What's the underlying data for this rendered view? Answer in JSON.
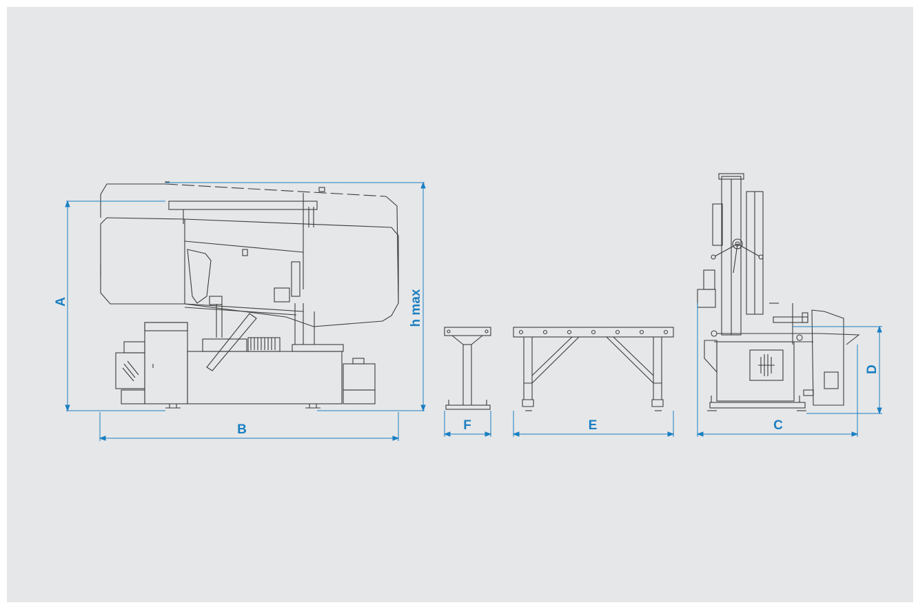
{
  "colors": {
    "background": "#e6e7e9",
    "line": "#3a3a3a",
    "dimension": "#1a7fc1"
  },
  "dimensions": {
    "a": "A",
    "b": "B",
    "h_max": "h max",
    "f": "F",
    "e": "E",
    "c": "C",
    "d": "D"
  }
}
